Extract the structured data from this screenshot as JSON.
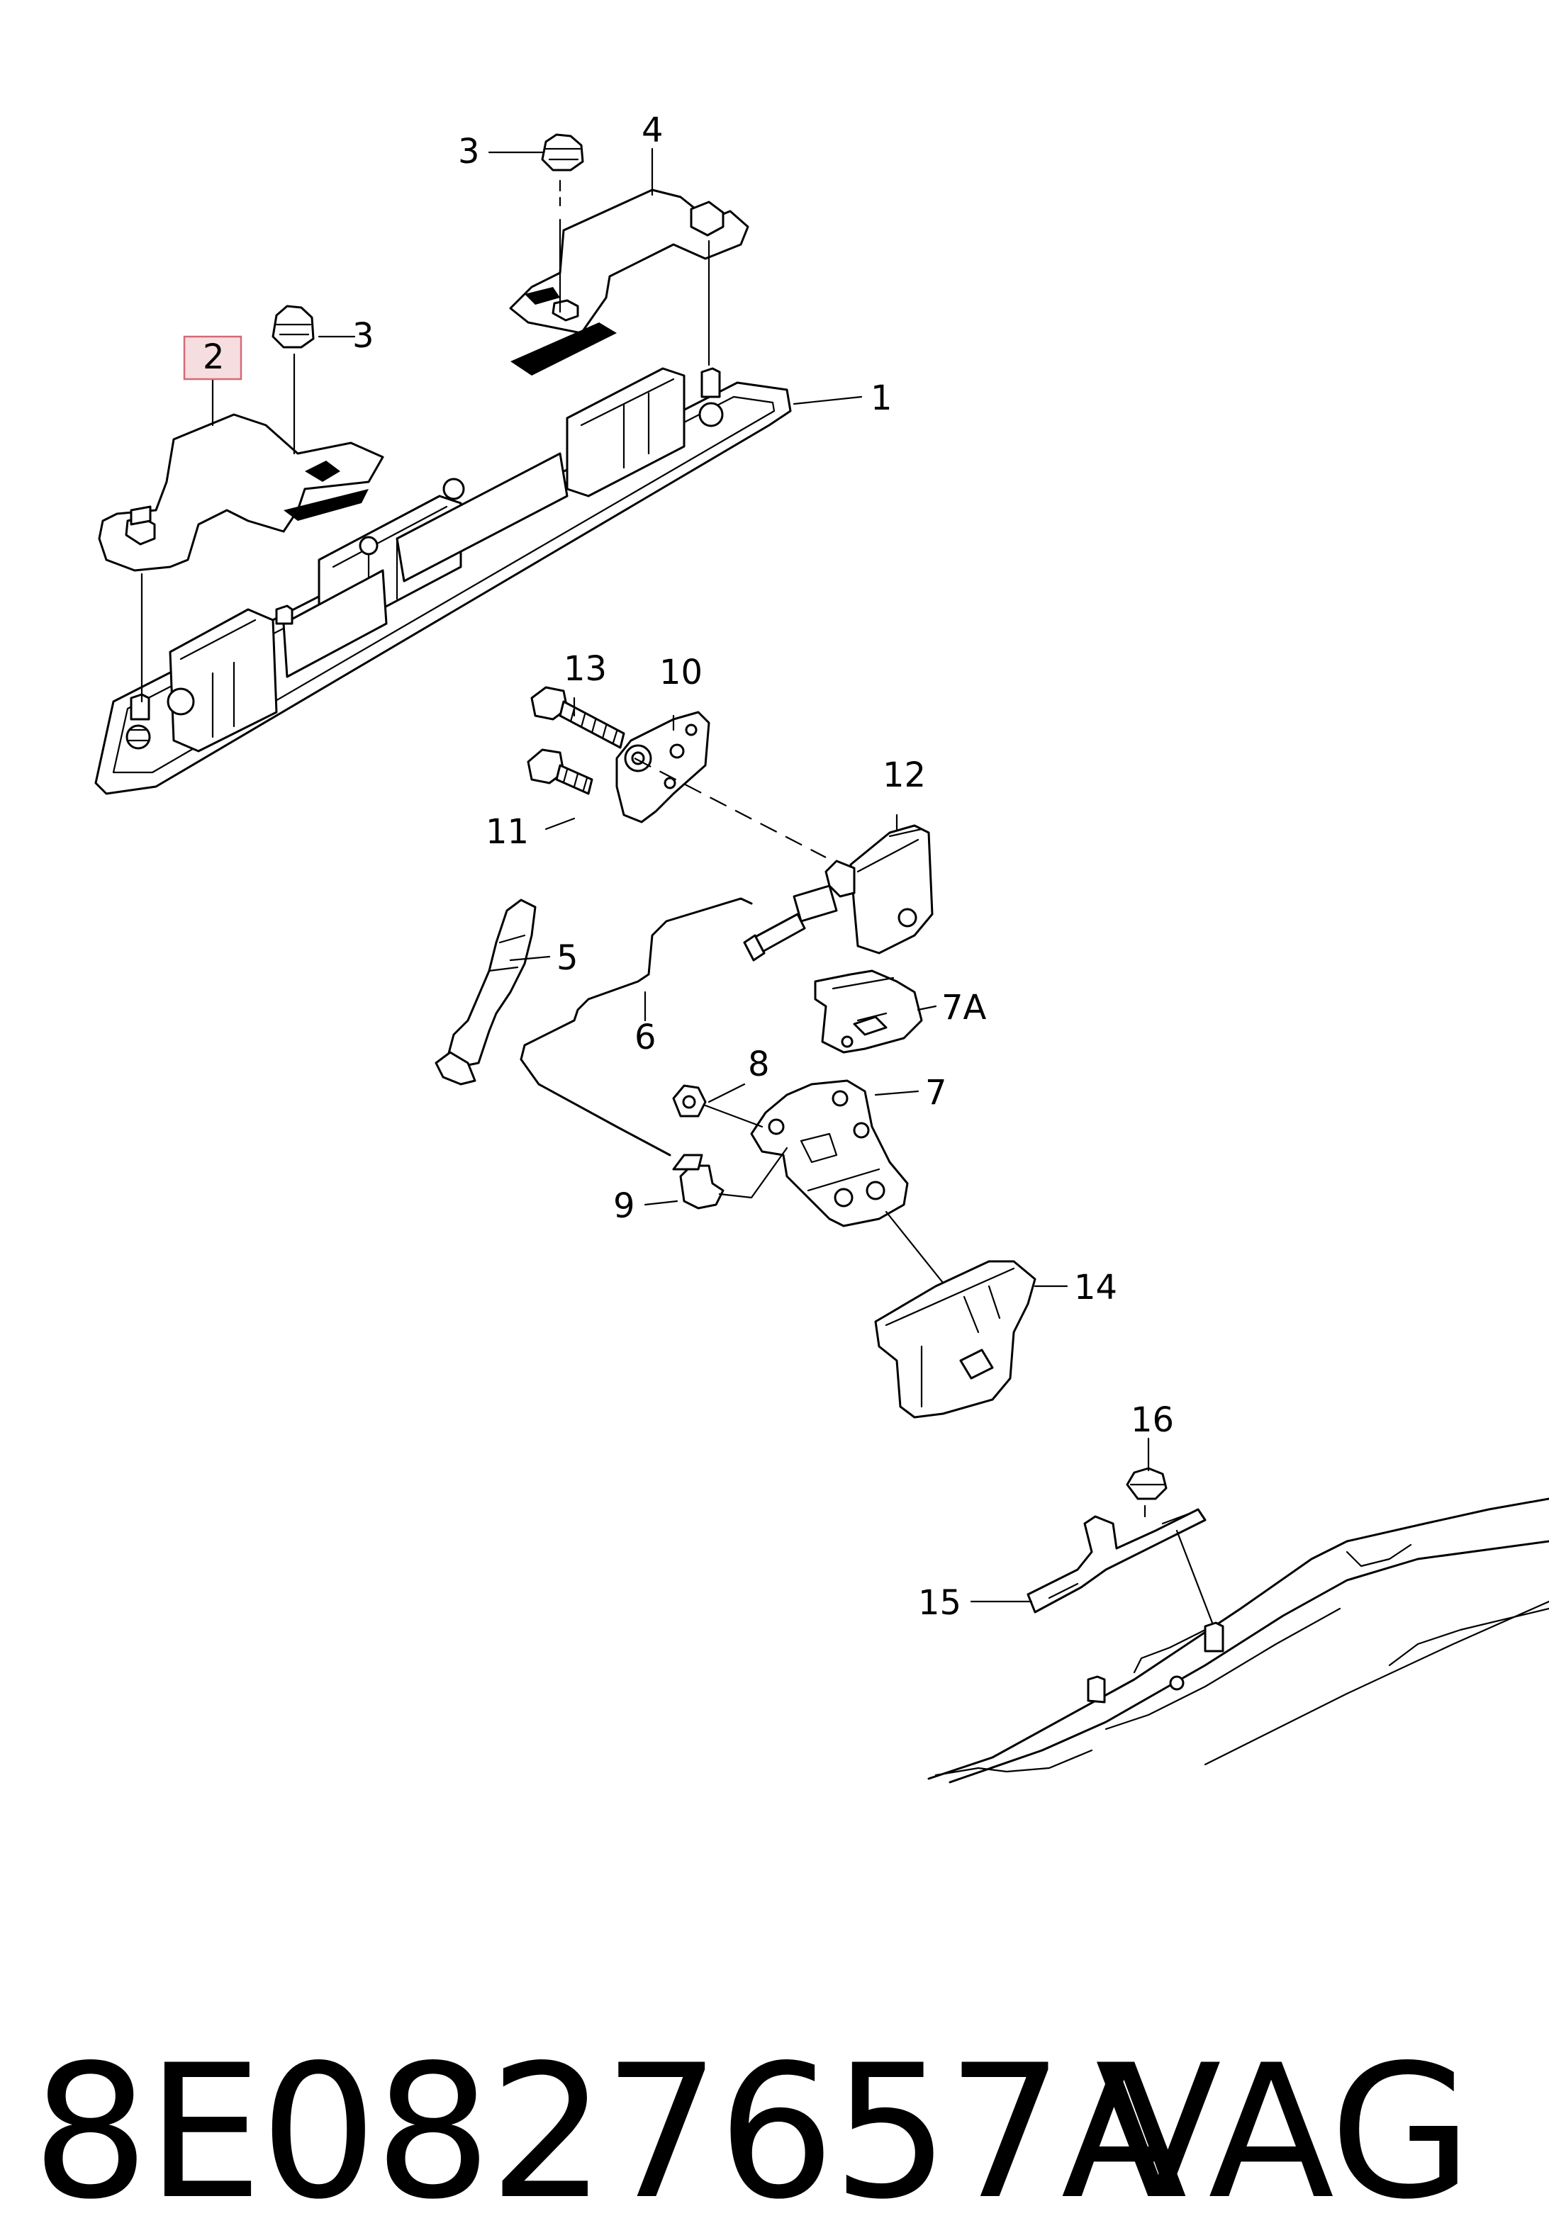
{
  "callouts": {
    "c1": "1",
    "c2": "2",
    "c3a": "3",
    "c3b": "3",
    "c4": "4",
    "c5": "5",
    "c6": "6",
    "c7": "7",
    "c7a": "7A",
    "c8": "8",
    "c9": "9",
    "c10": "10",
    "c11": "11",
    "c12": "12",
    "c13": "13",
    "c14": "14",
    "c15": "15",
    "c16": "16"
  },
  "highlighted_callout": "2",
  "colors": {
    "highlight_fill": "#f6dde0",
    "highlight_border": "#d46a78",
    "line": "#000000",
    "background": "#ffffff"
  },
  "footer": {
    "part_number": "8E0827657A",
    "brand": "VAG"
  }
}
